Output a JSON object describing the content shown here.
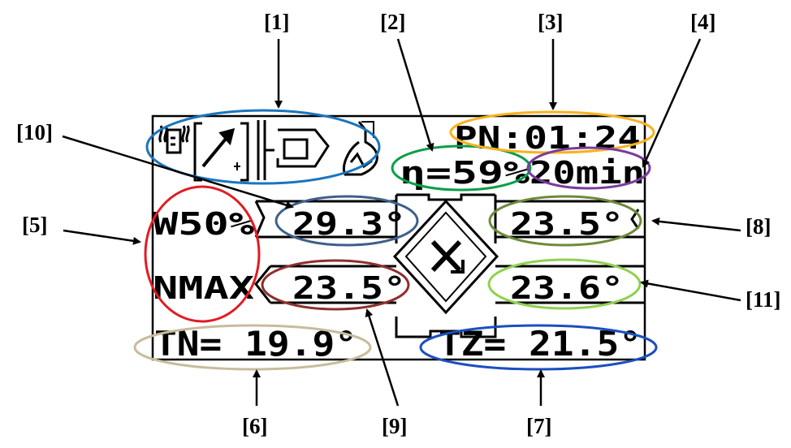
{
  "callouts": [
    "[1]",
    "[2]",
    "[3]",
    "[4]",
    "[5]",
    "[6]",
    "[7]",
    "[8]",
    "[9]",
    "[10]",
    "[11]"
  ],
  "display": {
    "pn_time": "PN:01:24",
    "efficiency": "η=59%",
    "duration": "20min",
    "fan_mode": "W50%",
    "pump_mode": "NMAX",
    "temp_upper_left": "29.3°",
    "temp_upper_right": "23.5°",
    "temp_lower_left": "23.5°",
    "temp_lower_right": "23.6°",
    "tn": "TN= 19.9°",
    "tz": "TZ= 21.5°"
  },
  "highlight_colors": {
    "c1": "#1b75bc",
    "c2": "#0a9e49",
    "c3": "#f7b21c",
    "c4": "#7a3b9c",
    "c5": "#e21b22",
    "c6": "#c7bc9c",
    "c7": "#1b4fbf",
    "c8": "#6c8a3a",
    "c9": "#8e2f2c",
    "c10": "#3e5f8a",
    "c11": "#8fd14f"
  },
  "icons": [
    "heater-icon",
    "flame-sensor-icon",
    "pump-icon",
    "fuel-icon",
    "heat-exchanger-icon"
  ]
}
